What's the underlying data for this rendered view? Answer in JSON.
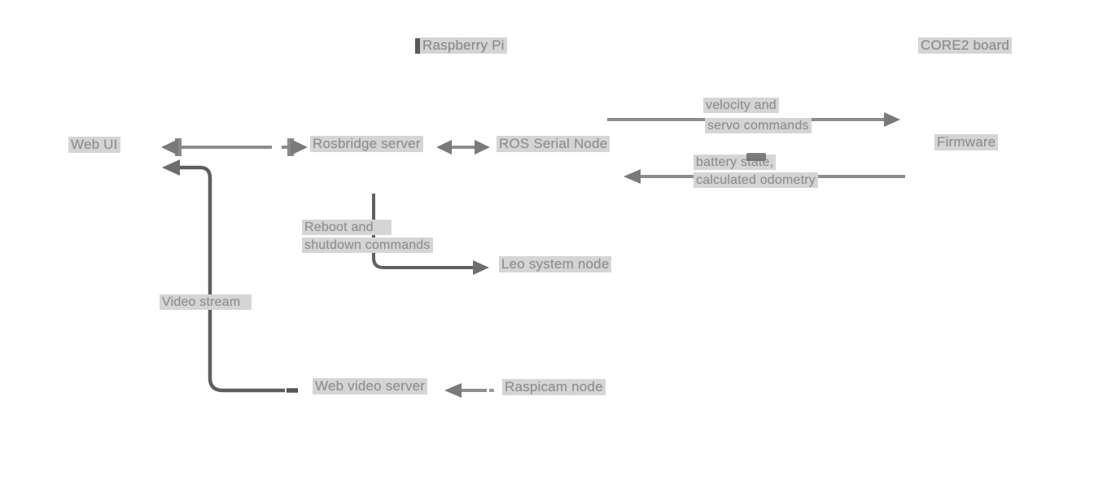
{
  "titles": {
    "raspberry_pi": "Raspberry Pi",
    "core2_board": "CORE2 board"
  },
  "nodes": {
    "web_ui": "Web UI",
    "rosbridge_server": "Rosbridge server",
    "ros_serial_node": "ROS Serial Node",
    "firmware": "Firmware",
    "leo_system_node": "Leo system node",
    "web_video_server": "Web video server",
    "raspicam_node": "Raspicam node"
  },
  "edge_labels": {
    "velocity_line1": "velocity and",
    "velocity_line2": "servo commands",
    "battery_line1": "battery state,",
    "battery_line2": "calculated odometry",
    "reboot_line1": "Reboot and",
    "reboot_line2": "shutdown commands",
    "video_stream": "Video stream"
  },
  "edges": [
    {
      "from": "web_ui",
      "to": "rosbridge_server",
      "direction": "bidirectional"
    },
    {
      "from": "rosbridge_server",
      "to": "ros_serial_node",
      "direction": "bidirectional"
    },
    {
      "from": "ros_serial_node",
      "to": "firmware",
      "direction": "forward",
      "label": "velocity and servo commands"
    },
    {
      "from": "firmware",
      "to": "ros_serial_node",
      "direction": "forward",
      "label": "battery state, calculated odometry"
    },
    {
      "from": "rosbridge_server",
      "to": "leo_system_node",
      "direction": "forward",
      "label": "Reboot and shutdown commands"
    },
    {
      "from": "web_video_server",
      "to": "web_ui",
      "direction": "forward",
      "label": "Video stream"
    },
    {
      "from": "raspicam_node",
      "to": "web_video_server",
      "direction": "forward"
    }
  ],
  "colors": {
    "background": "#ffffff",
    "line": "#8d8d8d",
    "line_dark": "#5e5e5e",
    "arrowhead": "#7a7a7a",
    "text": "#8f8f8f",
    "text_highlight": "#d5d5d5",
    "title_marker": "#5a5a5a"
  }
}
